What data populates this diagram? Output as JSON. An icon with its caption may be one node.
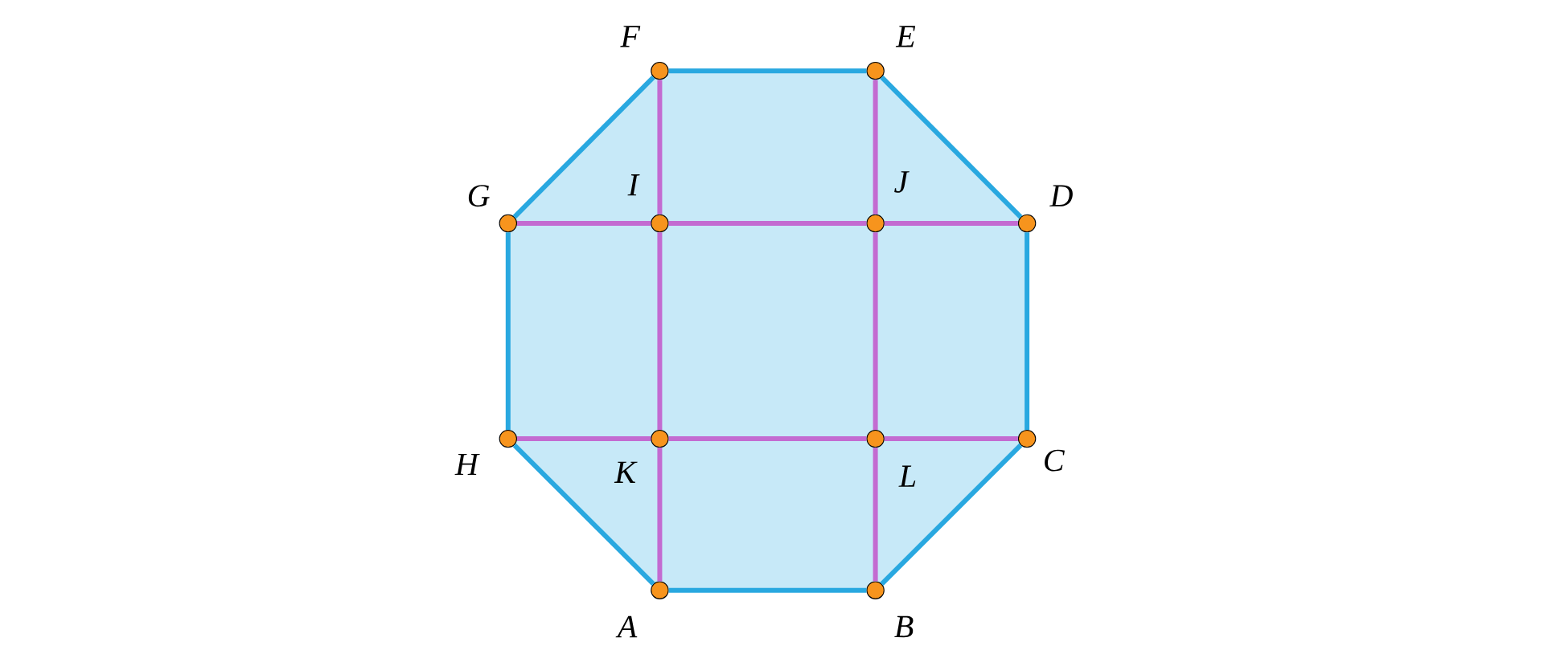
{
  "diagram": {
    "nodes": [
      {
        "text": [],
        "shape": "circle",
        "beside": [
          "A"
        ]
      },
      {
        "text": [],
        "shape": "circle",
        "beside": [
          "B"
        ]
      },
      {
        "text": [],
        "shape": "circle",
        "beside": [
          "C"
        ]
      },
      {
        "text": [],
        "shape": "circle",
        "beside": [
          "D"
        ]
      },
      {
        "text": [],
        "shape": "circle",
        "beside": [
          "E"
        ]
      },
      {
        "text": [],
        "shape": "circle",
        "beside": [
          "F"
        ]
      },
      {
        "text": [],
        "shape": "circle",
        "beside": [
          "G"
        ]
      },
      {
        "text": [],
        "shape": "circle",
        "beside": [
          "H"
        ]
      },
      {
        "text": [],
        "shape": "circle",
        "beside": [
          "I"
        ]
      },
      {
        "text": [],
        "shape": "circle",
        "beside": [
          "J"
        ]
      },
      {
        "text": [],
        "shape": "circle",
        "beside": [
          "K"
        ]
      },
      {
        "text": [],
        "shape": "circle",
        "beside": [
          "L"
        ]
      }
    ],
    "edges": [
      {
        "from": 0,
        "to": 1,
        "arrow": "none",
        "color": "#29a8e0"
      },
      {
        "from": 1,
        "to": 2,
        "arrow": "none",
        "color": "#29a8e0"
      },
      {
        "from": 2,
        "to": 3,
        "arrow": "none",
        "color": "#29a8e0"
      },
      {
        "from": 3,
        "to": 4,
        "arrow": "none",
        "color": "#29a8e0"
      },
      {
        "from": 4,
        "to": 5,
        "arrow": "none",
        "color": "#29a8e0"
      },
      {
        "from": 5,
        "to": 6,
        "arrow": "none",
        "color": "#29a8e0"
      },
      {
        "from": 6,
        "to": 7,
        "arrow": "none",
        "color": "#29a8e0"
      },
      {
        "from": 7,
        "to": 0,
        "arrow": "none",
        "color": "#29a8e0"
      },
      {
        "from": 5,
        "to": 8,
        "arrow": "none"
      },
      {
        "from": 8,
        "to": 10,
        "arrow": "none"
      },
      {
        "from": 10,
        "to": 0,
        "arrow": "none"
      },
      {
        "from": 4,
        "to": 9,
        "arrow": "none"
      },
      {
        "from": 9,
        "to": 11,
        "arrow": "none"
      },
      {
        "from": 11,
        "to": 1,
        "arrow": "none"
      },
      {
        "from": 6,
        "to": 8,
        "arrow": "none"
      },
      {
        "from": 8,
        "to": 9,
        "arrow": "none"
      },
      {
        "from": 9,
        "to": 3,
        "arrow": "none"
      },
      {
        "from": 7,
        "to": 10,
        "arrow": "none"
      },
      {
        "from": 10,
        "to": 11,
        "arrow": "none"
      },
      {
        "from": 11,
        "to": 2,
        "arrow": "none"
      }
    ]
  }
}
